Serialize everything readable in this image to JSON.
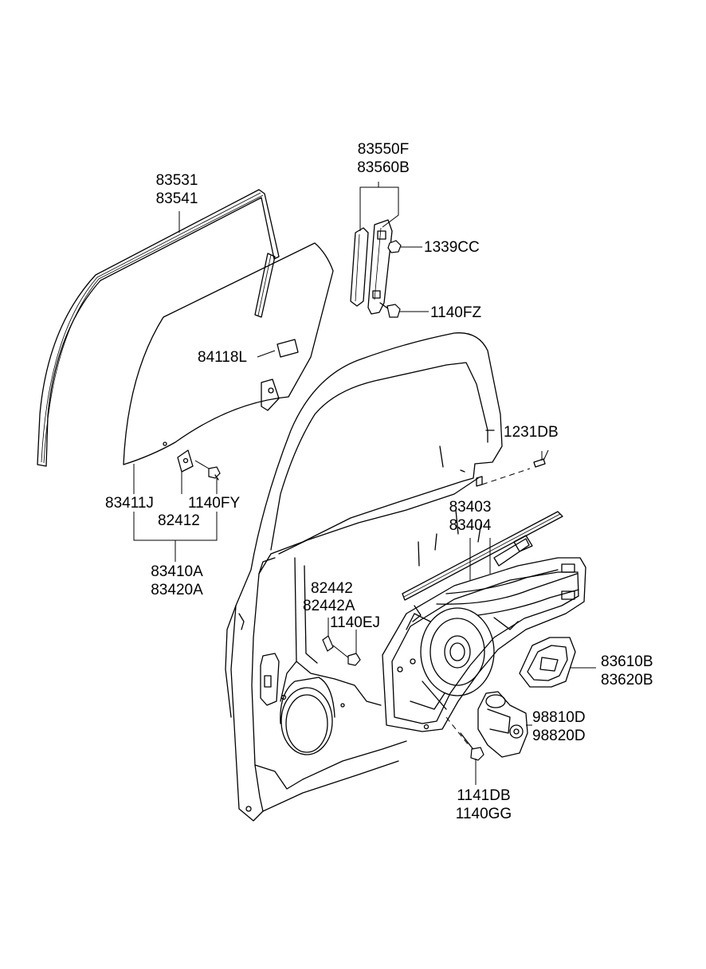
{
  "labels": {
    "l83531": "83531",
    "l83541": "83541",
    "l83550f": "83550F",
    "l83560b": "83560B",
    "l1339cc": "1339CC",
    "l1140fz": "1140FZ",
    "l84118l": "84118L",
    "l1231db": "1231DB",
    "l83411j": "83411J",
    "l1140fy": "1140FY",
    "l82412": "82412",
    "l83410a": "83410A",
    "l83420a": "83420A",
    "l83403": "83403",
    "l83404": "83404",
    "l82442": "82442",
    "l82442a": "82442A",
    "l1140ej": "1140EJ",
    "l83610b": "83610B",
    "l83620b": "83620B",
    "l98810d": "98810D",
    "l98820d": "98820D",
    "l1141db": "1141DB",
    "l1140gg": "1140GG"
  }
}
